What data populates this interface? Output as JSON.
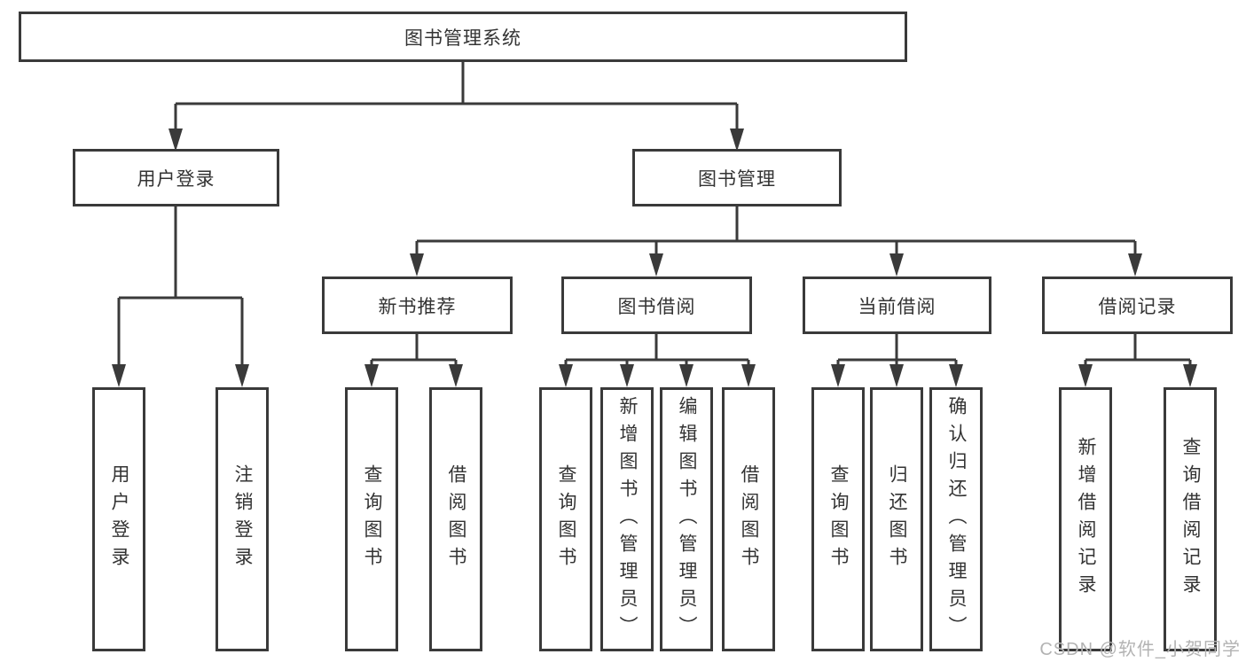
{
  "diagram": {
    "root": {
      "label": "图书管理系统"
    },
    "branches": [
      {
        "label": "用户登录",
        "children": [
          {
            "label": "用户登录"
          },
          {
            "label": "注销登录"
          }
        ]
      },
      {
        "label": "图书管理",
        "children": [
          {
            "label": "新书推荐",
            "children": [
              {
                "label": "查询图书"
              },
              {
                "label": "借阅图书"
              }
            ]
          },
          {
            "label": "图书借阅",
            "children": [
              {
                "label": "查询图书"
              },
              {
                "label": "新增图书（管理员）"
              },
              {
                "label": "编辑图书（管理员）"
              },
              {
                "label": "借阅图书"
              }
            ]
          },
          {
            "label": "当前借阅",
            "children": [
              {
                "label": "查询图书"
              },
              {
                "label": "归还图书"
              },
              {
                "label": "确认归还（管理员）"
              }
            ]
          },
          {
            "label": "借阅记录",
            "children": [
              {
                "label": "新增借阅记录"
              },
              {
                "label": "查询借阅记录"
              }
            ]
          }
        ]
      }
    ]
  },
  "watermark": "CSDN @软件_小贺同学",
  "colors": {
    "line": "#3a3a3a",
    "text": "#333333",
    "box_background": "#ffffff",
    "watermark": "#b3b3b3"
  }
}
